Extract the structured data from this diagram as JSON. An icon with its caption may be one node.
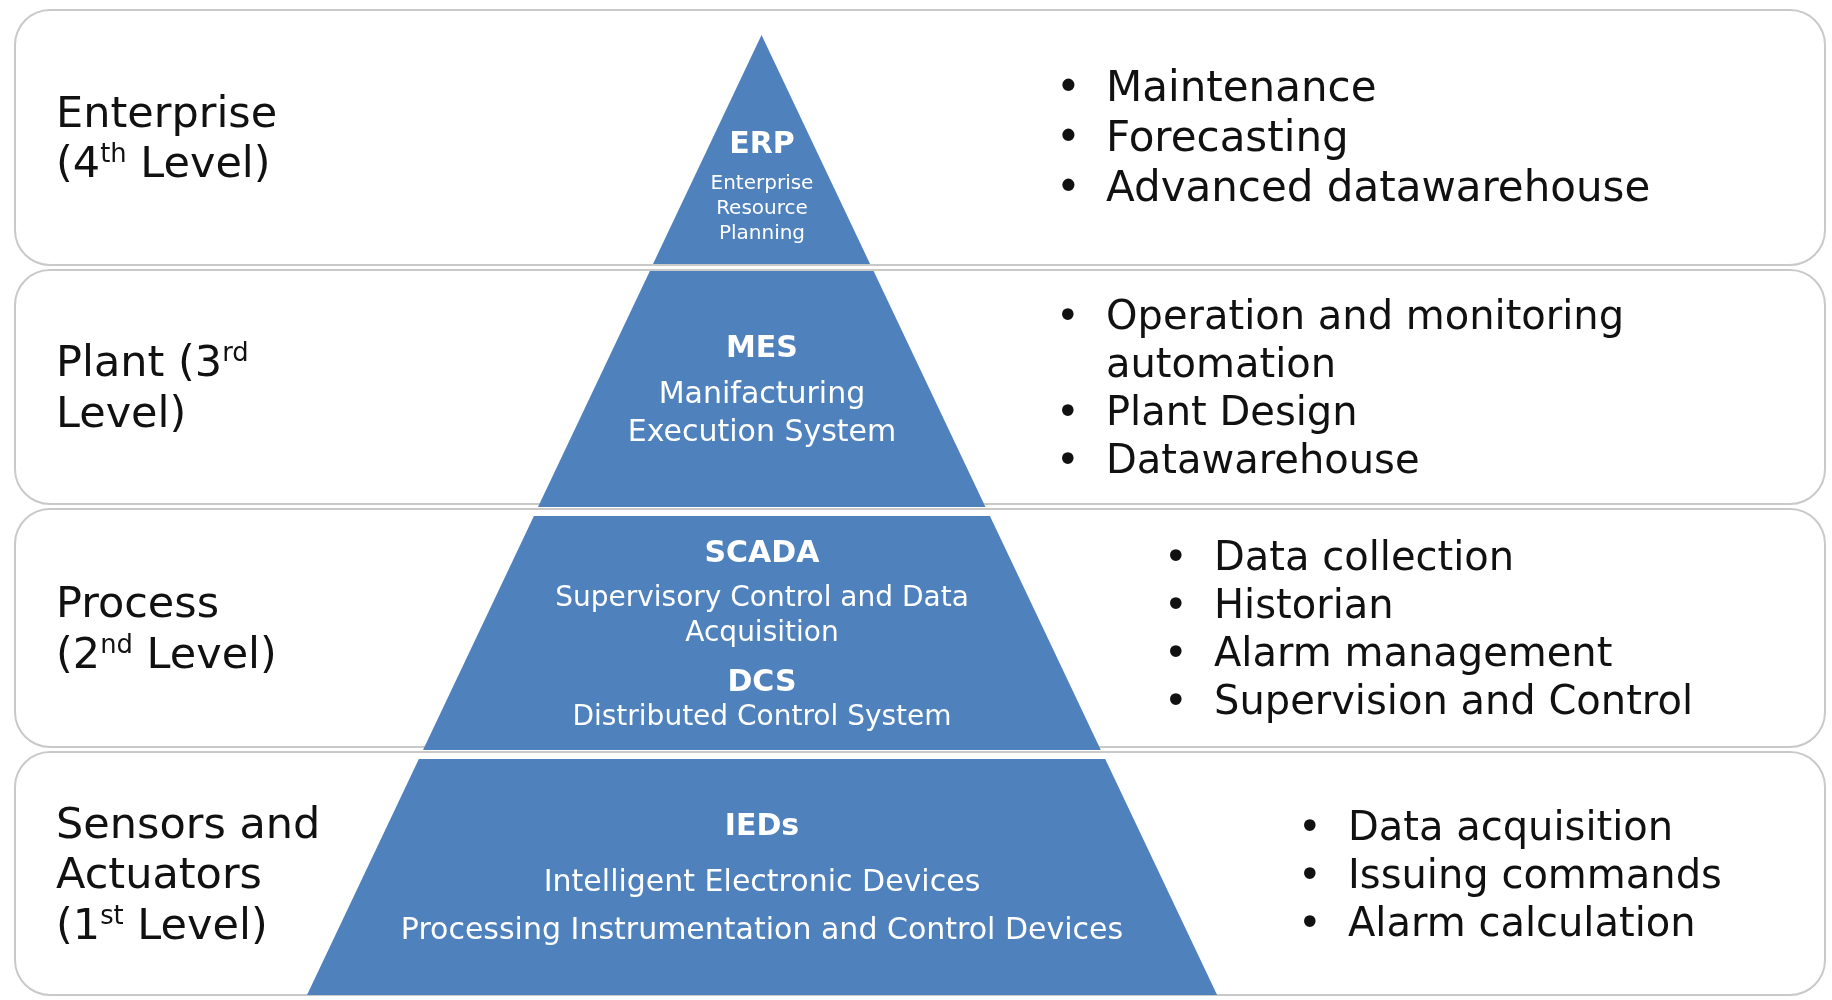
{
  "diagram": {
    "nodes": [
      {
        "text": [
          "Enterprise (4$^{th}$ Level)",
          "•",
          "Maintenance",
          "•",
          "Forecasting",
          "•",
          "Advanced datawarehouse"
        ]
      },
      {
        "text": [
          "ERP",
          "Enterprise Resource Planning"
        ],
        "in": 0
      },
      {
        "text": [
          "Plant (3$^{rd}$ Level)",
          "•",
          "Operation and monitoring automation",
          "•",
          "Plant Design",
          "•",
          "Datawarehouse"
        ]
      },
      {
        "text": [
          "MES",
          "Manifacturing Execution System"
        ],
        "in": 2
      },
      {
        "text": [
          "Process (2$^{nd}$ Level)",
          "•",
          "Data collection",
          "•",
          "Historian",
          "•",
          "Alarm management",
          "•",
          "Supervision and Control"
        ]
      },
      {
        "text": [
          "SCADA",
          "Supervisory Control and Data Acquisition",
          "DCS",
          "Distributed Control System"
        ],
        "in": 4
      },
      {
        "text": [
          "Sensors and Actuators (1$^{st}$ Level)",
          "•",
          "Data acquisition",
          "•",
          "Issuing commands",
          "•",
          "Alarm calculation"
        ]
      },
      {
        "text": [
          "IEDs",
          "Intelligent Electronic Devices",
          "Processing Instrumentation and Control Devices"
        ],
        "in": 6
      }
    ]
  }
}
